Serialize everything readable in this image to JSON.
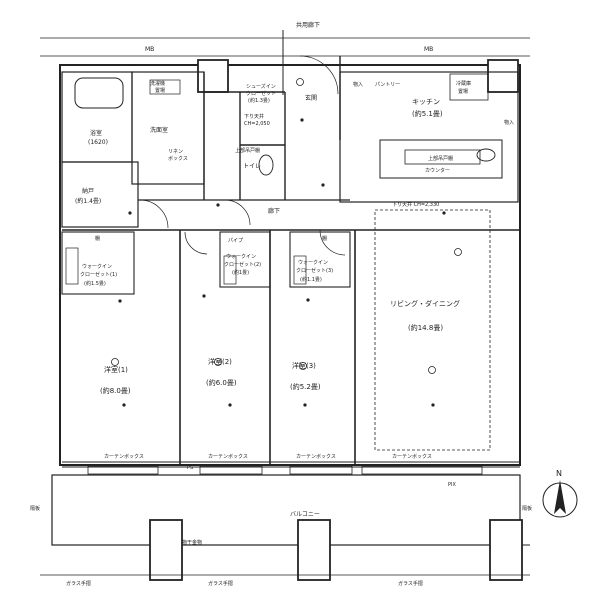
{
  "labels": {
    "common_corridor": "共用廊下",
    "mb_left": "MB",
    "mb_right": "MB",
    "entrance": "玄関",
    "kitchen": "キッチン",
    "kitchen_size": "(約5.1畳)",
    "refrigerator": "冷蔵庫",
    "refrigerator_2": "置場",
    "storage_1": "物入",
    "storage_2": "物入",
    "pantry": "パントリー",
    "shoe_closet": "シューズイン",
    "shoe_closet_2": "クローゼット",
    "shoe_closet_size": "(約1.3畳)",
    "ceiling_height": "下り天井",
    "ceiling_height_value": "CH=2,050",
    "bath": "浴室",
    "bath_size": "(1620)",
    "washroom": "洗面室",
    "linen": "リネン",
    "linen_2": "ボックス",
    "toilet": "トイレ",
    "hanging_storage": "上部吊戸棚",
    "washer": "洗濯機",
    "washer_2": "置場",
    "closet_wardrobe": "納戸",
    "closet_wardrobe_size": "(約1.4畳)",
    "corridor": "廊下",
    "shelf": "棚",
    "pipe_space": "パイプ",
    "counter": "カウンター",
    "hanging_storage_kitchen": "上部吊戸棚",
    "ldk_ceiling": "下り天井 CH=2,330",
    "walkin1_a": "ウォークイン",
    "walkin1_b": "クローゼット(1)",
    "walkin1_size": "(約1.5畳)",
    "walkin2_a": "ウォークイン",
    "walkin2_b": "クローゼット(2)",
    "walkin2_size": "(約1畳)",
    "walkin3_a": "ウォークイン",
    "walkin3_b": "クローゼット(3)",
    "walkin3_size": "(約1.1畳)",
    "room1": "洋室(1)",
    "room1_size": "(約8.0畳)",
    "room2": "洋室(2)",
    "room2_size": "(約6.0畳)",
    "room3": "洋室(3)",
    "room3_size": "(約5.2畳)",
    "living": "リビング・ダイニング",
    "living_size": "(約14.8畳)",
    "curtain_box_1": "カーテンボックス",
    "curtain_box_2": "カーテンボックス",
    "curtain_box_3": "カーテンボックス",
    "curtain_box_4": "カーテンボックス",
    "ps": "PS",
    "pix": "PIX",
    "balcony": "バルコニー",
    "drying_rack": "物干金物",
    "glass_railing_1": "ガラス手摺",
    "glass_railing_2": "ガラス手摺",
    "glass_railing_3": "ガラス手摺",
    "side_wall_1": "隔板",
    "side_wall_2": "隔板",
    "north": "N"
  }
}
